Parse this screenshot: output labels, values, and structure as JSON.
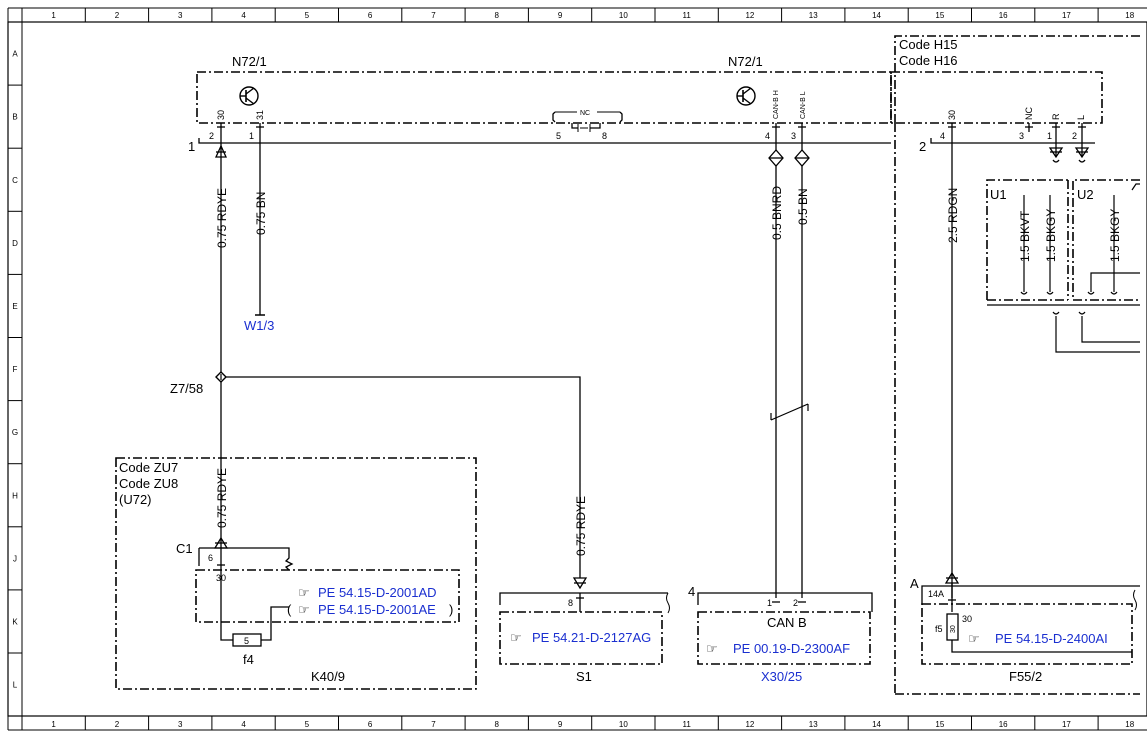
{
  "grid": {
    "columns": [
      "1",
      "2",
      "3",
      "4",
      "5",
      "6",
      "7",
      "8",
      "9",
      "10",
      "11",
      "12",
      "13",
      "14",
      "15",
      "16",
      "17",
      "18"
    ],
    "rows": [
      "A",
      "B",
      "C",
      "D",
      "E",
      "F",
      "G",
      "H",
      "J",
      "K",
      "L"
    ]
  },
  "components": {
    "n72_left": "N72/1",
    "n72_right": "N72/1",
    "codes_h": [
      "Code H15",
      "Code H16"
    ],
    "codes_zu": [
      "Code ZU7",
      "Code ZU8",
      "(U72)"
    ],
    "z7": "Z7/58",
    "w1": "W1/3",
    "c1": "C1",
    "f4": "f4",
    "k40": "K40/9",
    "s1": "S1",
    "x30": "X30/25",
    "f55": "F55/2",
    "f5": "f5",
    "u1": "U1",
    "u2": "U2",
    "can_b": "CAN B",
    "node_1": "1",
    "node_2": "2",
    "node_4": "4",
    "node_a": "A"
  },
  "wires": {
    "w1": "0.75 RDYE",
    "w2": "0.75 BN",
    "w3": "0.5 BNRD",
    "w4": "0.5 BN",
    "w5": "2.5 RDGN",
    "w6": "0.75 RDYE",
    "w7": "0.75 RDYE",
    "u1a": "1.5 BKVT",
    "u1b": "1.5 BKGY",
    "u2a": "1.5 BKGY"
  },
  "pins": {
    "p30": "30",
    "p31": "31",
    "p2": "2",
    "p1": "1",
    "p5": "5",
    "p8": "8",
    "p4": "4",
    "p3": "3",
    "nc": "NC",
    "canh": "CAN-B H",
    "canl": "CAN-B L",
    "r": "R",
    "l": "L",
    "k_6": "6",
    "k_30": "30",
    "f4_5": "5",
    "s1_8": "8",
    "x_1": "1",
    "x_2": "2",
    "f55_14a": "14A",
    "f55_30": "30",
    "f5_30": "30"
  },
  "links": {
    "pe1": "PE 54.15-D-2001AD",
    "pe2": "PE 54.15-D-2001AE",
    "pe3": "PE 54.21-D-2127AG",
    "pe4": "PE 00.19-D-2300AF",
    "pe5": "PE 54.15-D-2400AI"
  },
  "icons": {
    "transistor": "transistor-icon",
    "hand": "pointing-hand-icon"
  }
}
